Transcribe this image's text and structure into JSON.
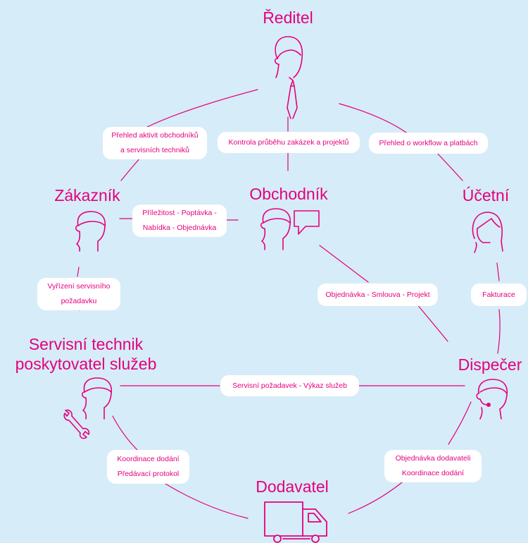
{
  "colors": {
    "accent": "#e4007c",
    "background": "#d6ecf8",
    "pill": "#ffffff"
  },
  "roles": {
    "reditel": "Ředitel",
    "zakaznik": "Zákazník",
    "obchodnik": "Obchodník",
    "ucetni": "Účetní",
    "technik_line1": "Servisní technik",
    "technik_line2": "poskytovatel služeb",
    "dispecer": "Dispečer",
    "dodavatel": "Dodavatel"
  },
  "icons": {
    "reditel": "person-with-tie-icon",
    "zakaznik": "person-icon",
    "obchodnik": "person-icon",
    "speech": "speech-bubble-icon",
    "ucetni": "person-long-hair-icon",
    "technik": "person-icon",
    "wrench": "wrench-icon",
    "dispecer": "person-headset-icon",
    "truck": "delivery-truck-icon"
  },
  "labels": {
    "prehled_aktivit_1": "Přehled aktivit obchodníků",
    "prehled_aktivit_2": "a servisních techniků",
    "kontrola": "Kontrola průběhu zakázek a projektů",
    "workflow": "Přehled o workflow a platbách",
    "prilezitost_1": "Příležitost - Poptávka -",
    "prilezitost_2": "Nabídka - Objednávka",
    "vyrizeni_1": "Vyřízení servisního",
    "vyrizeni_2": "požadavku",
    "objednavka_smlouva": "Objednávka - Smlouva - Projekt",
    "fakturace": "Fakturace",
    "servisni_pozadavek": "Servisní požadavek - Výkaz služeb",
    "koordinace_1": "Koordinace dodání",
    "koordinace_2": "Předávací protokol",
    "objednavka_dod_1": "Objednávka dodavateli",
    "objednavka_dod_2": "Koordinace dodání"
  }
}
